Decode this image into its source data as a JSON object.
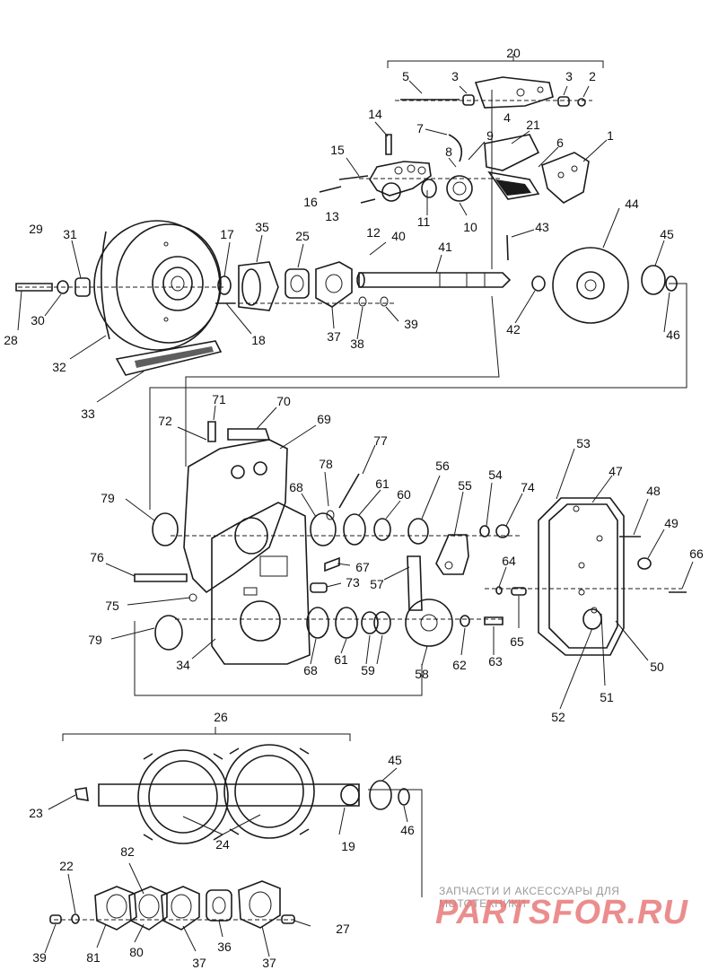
{
  "diagram": {
    "callouts": [
      "20",
      "5",
      "3",
      "3",
      "2",
      "4",
      "14",
      "7",
      "21",
      "9",
      "8",
      "6",
      "1",
      "15",
      "16",
      "13",
      "12",
      "11",
      "10",
      "29",
      "31",
      "17",
      "35",
      "25",
      "40",
      "41",
      "43",
      "44",
      "45",
      "28",
      "30",
      "18",
      "37",
      "38",
      "39",
      "42",
      "46",
      "32",
      "33",
      "71",
      "70",
      "69",
      "72",
      "77",
      "56",
      "53",
      "47",
      "78",
      "61",
      "60",
      "55",
      "54",
      "74",
      "48",
      "68",
      "79",
      "49",
      "76",
      "67",
      "57",
      "64",
      "66",
      "73",
      "75",
      "65",
      "79",
      "50",
      "34",
      "68",
      "61",
      "59",
      "58",
      "62",
      "63",
      "51",
      "52",
      "26",
      "45",
      "23",
      "24",
      "19",
      "46",
      "82",
      "22",
      "27",
      "39",
      "81",
      "80",
      "37",
      "36",
      "37"
    ]
  },
  "watermark": {
    "tagline": "ЗАПЧАСТИ И АКСЕССУАРЫ ДЛЯ МОТОТЕХНИКИ",
    "logo": "PARTSFOR.RU"
  }
}
